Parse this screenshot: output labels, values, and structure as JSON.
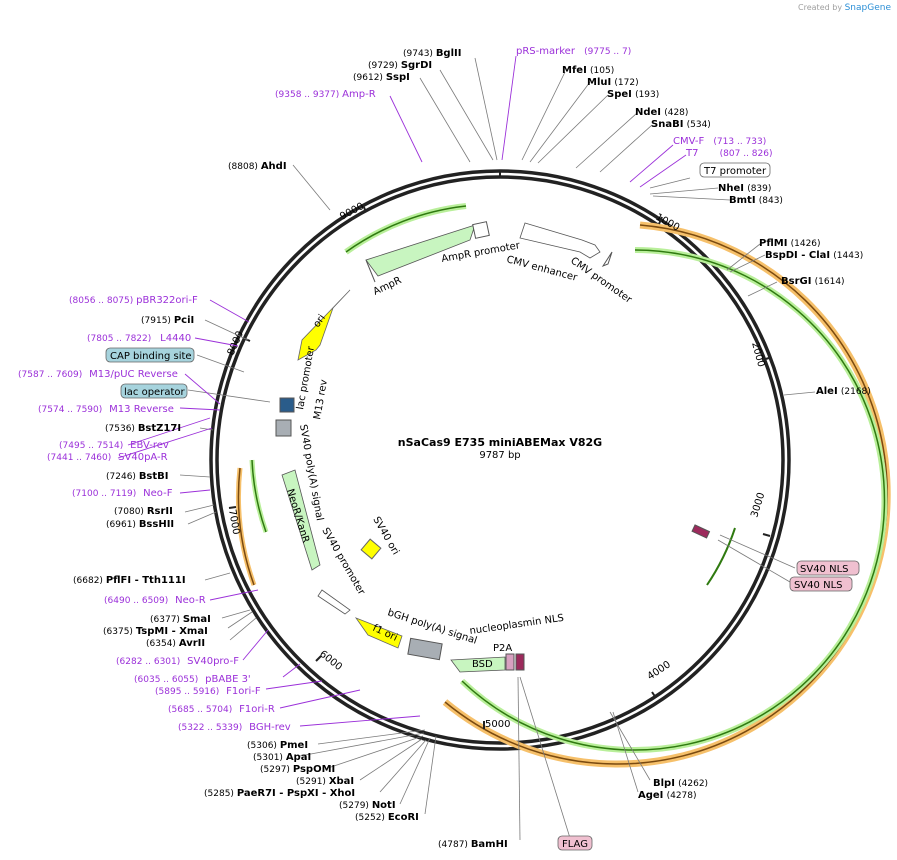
{
  "credit": {
    "created_by": "Created by",
    "brand": "SnapGene"
  },
  "plasmid": {
    "name": "nSaCas9 E735 miniABEMax V82G",
    "length": "9787 bp"
  },
  "ticks": [
    "1000",
    "2000",
    "3000",
    "4000",
    "5000",
    "6000",
    "7000",
    "8000",
    "9000"
  ],
  "colors": {
    "misc_feature": "#9b30d9",
    "enzyme": "#000000",
    "green": "#3a9a1a",
    "orange": "#e8a030",
    "yellow": "#ffff00",
    "gray": "#a8aeb4"
  },
  "sites": [
    {
      "pos": "(9743)",
      "name": "BglII"
    },
    {
      "pos": "(9729)",
      "name": "SgrDI"
    },
    {
      "pos": "(9612)",
      "name": "SspI"
    },
    {
      "pos": "(105)",
      "name": "MfeI"
    },
    {
      "pos": "(172)",
      "name": "MluI"
    },
    {
      "pos": "(193)",
      "name": "SpeI"
    },
    {
      "pos": "(428)",
      "name": "NdeI"
    },
    {
      "pos": "(534)",
      "name": "SnaBI"
    },
    {
      "pos": "(839)",
      "name": "NheI"
    },
    {
      "pos": "(843)",
      "name": "BmtI"
    },
    {
      "pos": "(1426)",
      "name": "PflMI"
    },
    {
      "pos": "(1443)",
      "name": "BspDI - ClaI"
    },
    {
      "pos": "(1614)",
      "name": "BsrGI"
    },
    {
      "pos": "(2168)",
      "name": "AleI"
    },
    {
      "pos": "(4262)",
      "name": "BlpI"
    },
    {
      "pos": "(4278)",
      "name": "AgeI"
    },
    {
      "pos": "(4787)",
      "name": "BamHI"
    },
    {
      "pos": "(8808)",
      "name": "AhdI"
    },
    {
      "pos": "(7915)",
      "name": "PciI"
    },
    {
      "pos": "(7536)",
      "name": "BstZ17I"
    },
    {
      "pos": "(7246)",
      "name": "BstBI"
    },
    {
      "pos": "(7080)",
      "name": "RsrII"
    },
    {
      "pos": "(6961)",
      "name": "BssHII"
    },
    {
      "pos": "(6682)",
      "name": "PflFI - Tth111I"
    },
    {
      "pos": "(6377)",
      "name": "SmaI"
    },
    {
      "pos": "(6375)",
      "name": "TspMI - XmaI"
    },
    {
      "pos": "(6354)",
      "name": "AvrII"
    },
    {
      "pos": "(5306)",
      "name": "PmeI"
    },
    {
      "pos": "(5301)",
      "name": "ApaI"
    },
    {
      "pos": "(5297)",
      "name": "PspOMI"
    },
    {
      "pos": "(5291)",
      "name": "XbaI"
    },
    {
      "pos": "(5285)",
      "name": "PaeR7I - PspXI - XhoI"
    },
    {
      "pos": "(5279)",
      "name": "NotI"
    },
    {
      "pos": "(5252)",
      "name": "EcoRI"
    }
  ],
  "primers": [
    {
      "range": "",
      "name": "pRS-marker",
      "range2": "(9775 .. 7)"
    },
    {
      "range": "(9358 .. 9377)",
      "name": "Amp-R"
    },
    {
      "range": "",
      "name": "CMV-F",
      "range2": "(713 .. 733)"
    },
    {
      "range": "",
      "name": "T7",
      "range2": "(807 .. 826)"
    },
    {
      "range": "(8056 .. 8075)",
      "name": "pBR322ori-F"
    },
    {
      "range": "(7805 .. 7822)",
      "name": "L4440"
    },
    {
      "range": "(7587 .. 7609)",
      "name": "M13/pUC Reverse"
    },
    {
      "range": "(7574 .. 7590)",
      "name": "M13 Reverse"
    },
    {
      "range": "(7495 .. 7514)",
      "name": "EBV-rev"
    },
    {
      "range": "(7441 .. 7460)",
      "name": "SV40pA-R"
    },
    {
      "range": "(7100 .. 7119)",
      "name": "Neo-F"
    },
    {
      "range": "(6490 .. 6509)",
      "name": "Neo-R"
    },
    {
      "range": "(6282 .. 6301)",
      "name": "SV40pro-F"
    },
    {
      "range": "(6035 .. 6055)",
      "name": "pBABE 3'"
    },
    {
      "range": "(5895 .. 5916)",
      "name": "F1ori-F"
    },
    {
      "range": "(5685 .. 5704)",
      "name": "F1ori-R"
    },
    {
      "range": "(5322 .. 5339)",
      "name": "BGH-rev"
    }
  ],
  "boxed_labels": [
    {
      "name": "T7 promoter",
      "style": "white"
    },
    {
      "name": "CAP binding site",
      "style": "teal"
    },
    {
      "name": "lac operator",
      "style": "teal"
    },
    {
      "name": "SV40 NLS",
      "style": "pink"
    },
    {
      "name": "SV40 NLS",
      "style": "pink"
    },
    {
      "name": "FLAG",
      "style": "pink"
    }
  ],
  "features": {
    "ampr_promoter": "AmpR promoter",
    "ampr": "AmpR",
    "cmv_enhancer": "CMV enhancer",
    "cmv_promoter": "CMV promoter",
    "ori": "ori",
    "lac_promoter": "lac promoter",
    "m13_rev": "M13 rev",
    "sv40_polya": "SV40 poly(A) signal",
    "neor": "NeoR/KanR",
    "sv40_promoter": "SV40 promoter",
    "sv40_ori": "SV40 ori",
    "f1_ori": "f1 ori",
    "bgh_polya": "bGH poly(A) signal",
    "nucleoplasmin_nls": "nucleoplasmin NLS",
    "p2a": "P2A",
    "bsd": "BSD"
  }
}
